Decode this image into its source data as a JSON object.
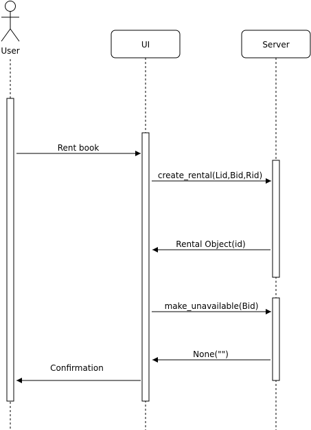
{
  "diagram": {
    "participants": [
      {
        "id": "user",
        "label": "User",
        "kind": "actor"
      },
      {
        "id": "ui",
        "label": "UI",
        "kind": "box"
      },
      {
        "id": "server",
        "label": "Server",
        "kind": "box"
      }
    ],
    "messages": [
      {
        "from": "user",
        "to": "ui",
        "label": "Rent book",
        "kind": "call"
      },
      {
        "from": "ui",
        "to": "server",
        "label": "create_rental(Lid,Bid,Rid)",
        "kind": "call"
      },
      {
        "from": "server",
        "to": "ui",
        "label": "Rental Object(id)",
        "kind": "return"
      },
      {
        "from": "ui",
        "to": "server",
        "label": "make_unavailable(Bid)",
        "kind": "call"
      },
      {
        "from": "server",
        "to": "ui",
        "label": "None(\"\")",
        "kind": "return"
      },
      {
        "from": "ui",
        "to": "user",
        "label": "Confirmation",
        "kind": "return"
      }
    ]
  },
  "colors": {
    "line": "#000000",
    "box_fill": "#ffffff",
    "background": "#ffffff"
  }
}
